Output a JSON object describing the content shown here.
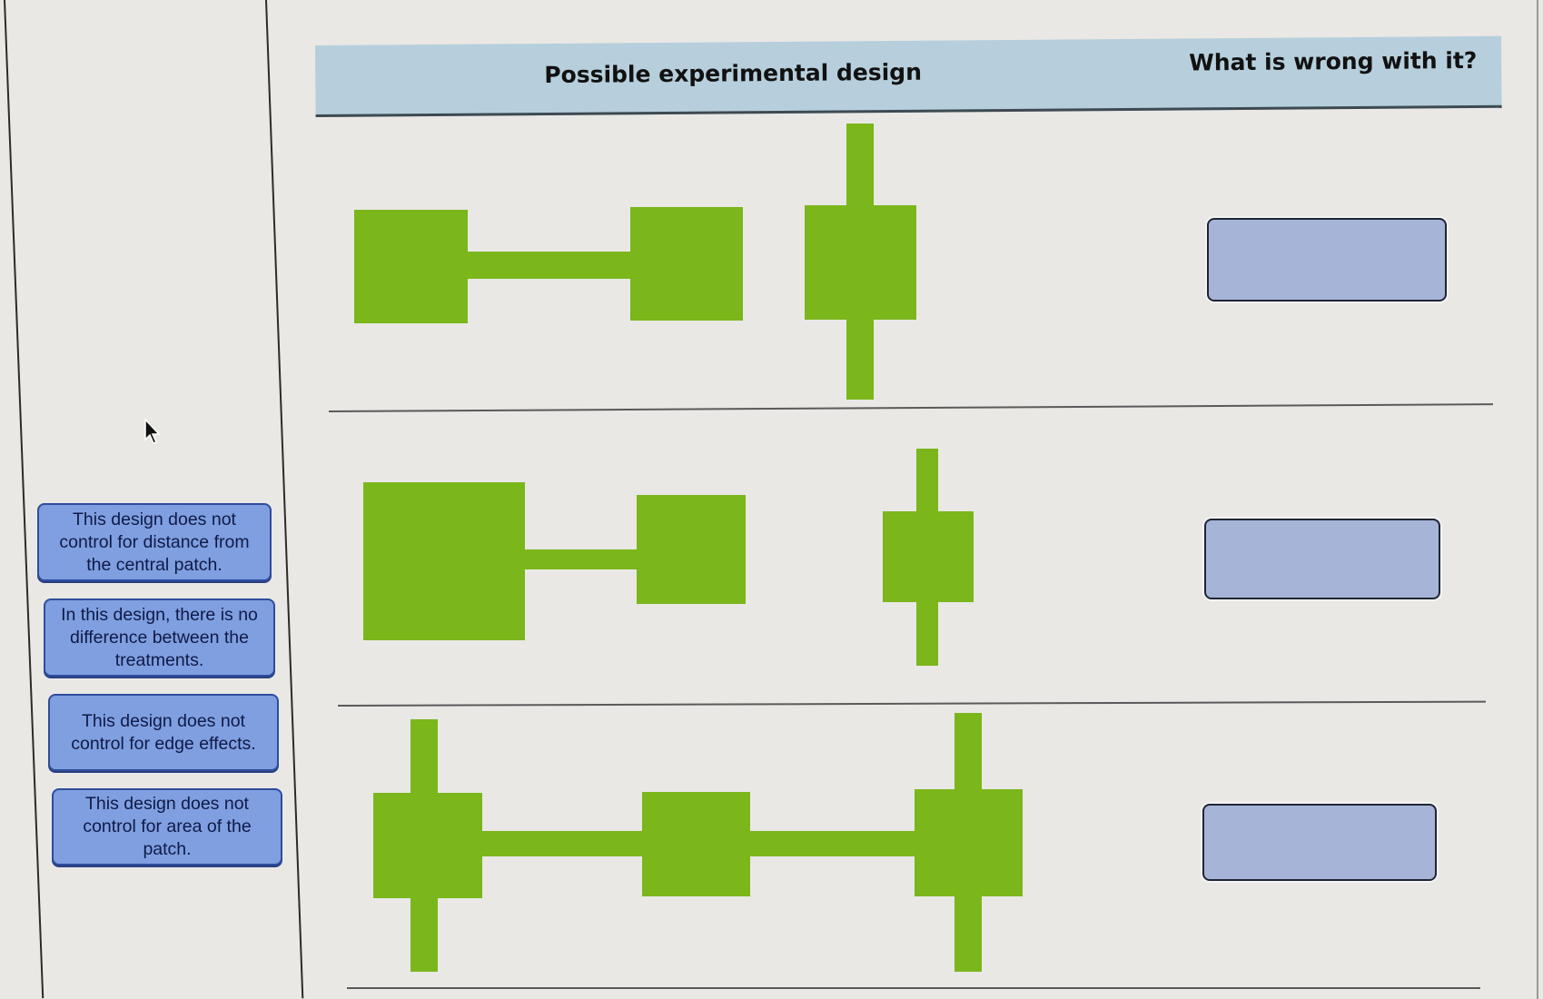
{
  "table": {
    "headers": {
      "design": "Possible experimental design",
      "problem": "What is wrong with it?"
    },
    "rows": [
      {
        "design_label": "Two equal square patches connected by a corridor; one equal square patch with two dead-end corridors",
        "answer_value": ""
      },
      {
        "design_label": "Large square patch connected by corridor to medium patch; small patch with two dead-end corridors",
        "answer_value": ""
      },
      {
        "design_label": "Three equal square patches connected in a line, outer patches with dead-end corridors",
        "answer_value": ""
      }
    ]
  },
  "choices": [
    {
      "label": "This design does not control for distance from the central patch."
    },
    {
      "label": "In this design, there is no difference between the treatments."
    },
    {
      "label": "This design does not control for edge effects."
    },
    {
      "label": "This design does not control for area of the patch."
    }
  ],
  "colors": {
    "patch_green": "#7bb61b",
    "header_bg": "#b7cfdc",
    "choice_bg": "#7f9fe0",
    "drop_zone_bg": "#a6b4d8"
  }
}
